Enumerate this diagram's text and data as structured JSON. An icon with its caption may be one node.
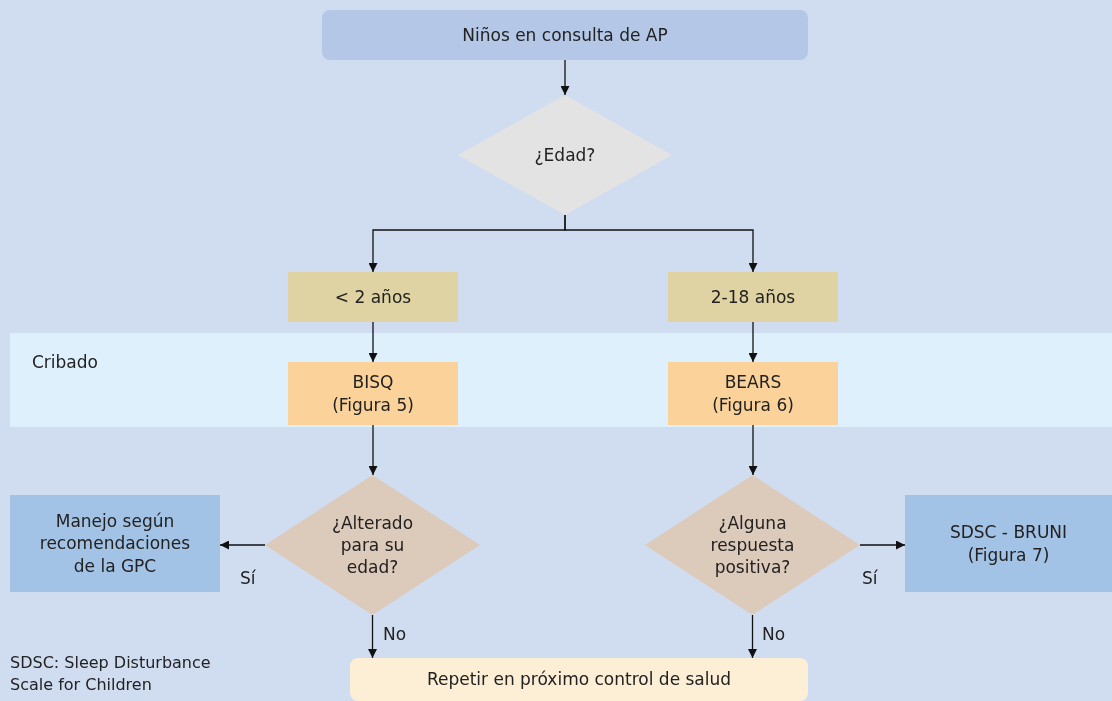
{
  "diagram": {
    "nodes": [
      {
        "text": [
          "Niños en consulta de AP"
        ]
      },
      {
        "text": [
          "¿Edad?"
        ]
      },
      {
        "text": [
          "< 2 años"
        ]
      },
      {
        "text": [
          "2-18 años"
        ]
      },
      {
        "text": [
          "Cribado"
        ]
      },
      {
        "text": [
          "BISQ (Figura 5)"
        ],
        "in": 4
      },
      {
        "text": [
          "BEARS (Figura 6)"
        ],
        "in": 4
      },
      {
        "text": [
          "¿Alterado para su edad?"
        ]
      },
      {
        "text": [
          "¿Alguna respuesta positiva?"
        ]
      },
      {
        "text": [
          "Manejo según recomendaciones de la GPC"
        ]
      },
      {
        "text": [
          "SDSC - BRUNI (Figura 7)"
        ]
      },
      {
        "text": [
          "Repetir en próximo control de salud"
        ]
      }
    ],
    "edges": [
      {
        "from": 0,
        "to": 1,
        "arrow": "to"
      },
      {
        "from": 1,
        "to": 2,
        "arrow": "to"
      },
      {
        "from": 1,
        "to": 3,
        "arrow": "to"
      },
      {
        "from": 2,
        "to": 5,
        "arrow": "to"
      },
      {
        "from": 3,
        "to": 6,
        "arrow": "to"
      },
      {
        "from": 5,
        "to": 7,
        "arrow": "to"
      },
      {
        "from": 6,
        "to": 8,
        "arrow": "to"
      },
      {
        "from": 7,
        "to": 9,
        "arrow": "to",
        "label": "Sí"
      },
      {
        "from": 8,
        "to": 10,
        "arrow": "to",
        "label": "Sí"
      },
      {
        "from": 7,
        "to": 11,
        "arrow": "to",
        "label": "No"
      },
      {
        "from": 8,
        "to": 11,
        "arrow": "to",
        "label": "No"
      }
    ],
    "labels": [
      "SDSC: Sleep Disturbance Scale for Children"
    ]
  }
}
